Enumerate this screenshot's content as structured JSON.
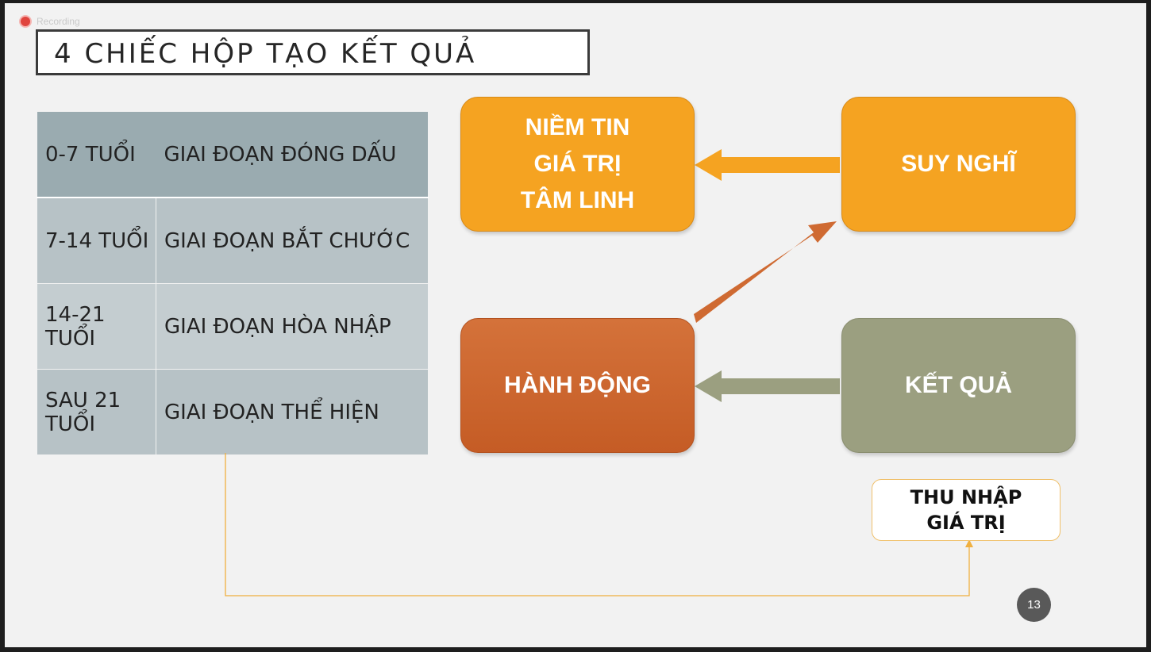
{
  "recording": {
    "label": "Recording"
  },
  "slide": {
    "title": "4 CHIẾC HỘP TẠO KẾT QUẢ",
    "page_number": "13"
  },
  "stages_table": {
    "rows": [
      {
        "age": "0-7 TUỔI",
        "stage": "GIAI ĐOẠN ĐÓNG DẤU"
      },
      {
        "age": "7-14 TUỔI",
        "stage": "GIAI ĐOẠN BẮT CHƯỚC"
      },
      {
        "age": "14-21 TUỔI",
        "stage": "GIAI ĐOẠN HÒA NHẬP"
      },
      {
        "age": "SAU 21 TUỔI",
        "stage": "GIAI ĐOẠN THỂ HIỆN"
      }
    ]
  },
  "diagram": {
    "belief_box": {
      "lines": [
        "NIỀM TIN",
        "GIÁ TRỊ",
        "TÂM LINH"
      ]
    },
    "think_box": {
      "label": "SUY NGHĨ"
    },
    "action_box": {
      "label": "HÀNH ĐỘNG"
    },
    "result_box": {
      "label": "KẾT QUẢ"
    },
    "income_box": {
      "lines": [
        "THU NHẬP",
        "GIÁ TRỊ"
      ]
    }
  },
  "colors": {
    "orange": "#f5a321",
    "rust": "#c55c25",
    "olive": "#9b9f80",
    "connector": "#f0b040"
  }
}
